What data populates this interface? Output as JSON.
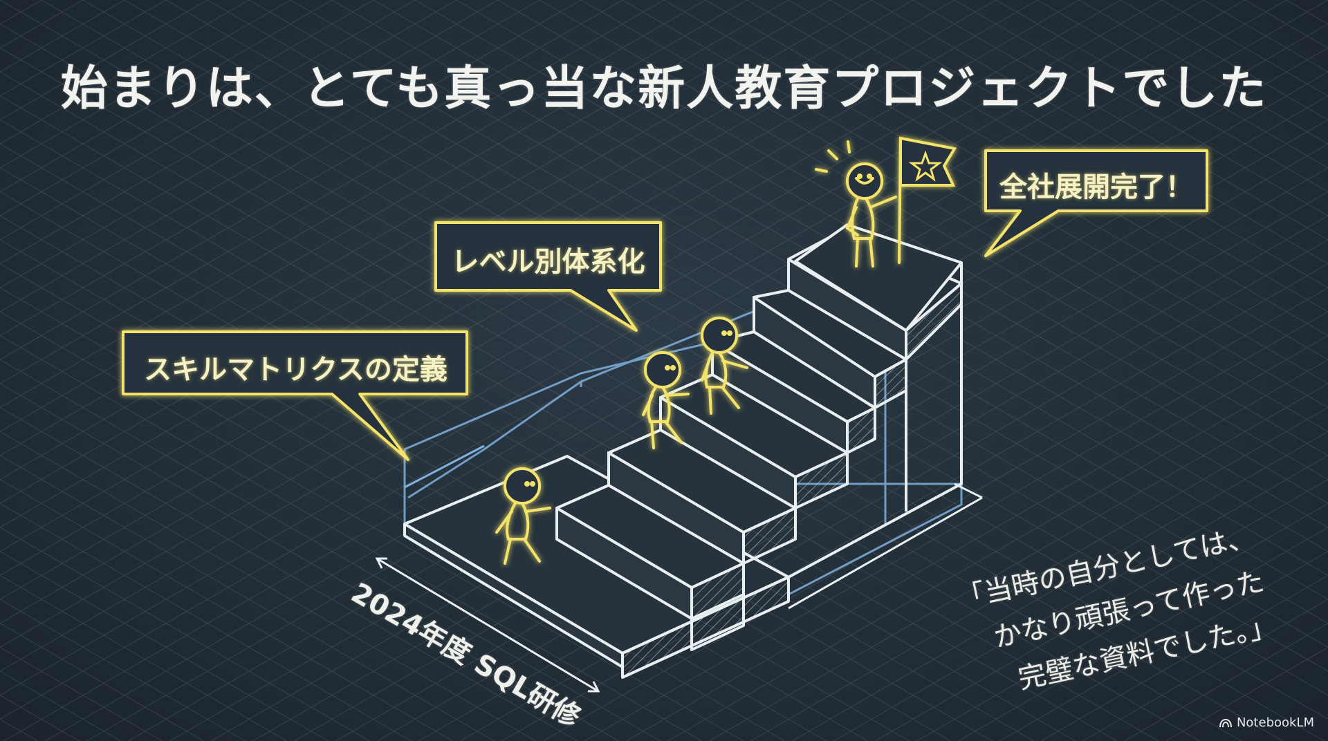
{
  "title": "始まりは、とても真っ当な新人教育プロジェクトでした",
  "bubbles": {
    "skill_matrix": "スキルマトリクスの定義",
    "level_system": "レベル別体系化",
    "company_rollout": "全社展開完了！"
  },
  "axis_label": "2024年度 SQL研修",
  "quote": {
    "line1": "「当時の自分としては、",
    "line2": "かなり頑張って作った",
    "line3": "完璧な資料でした。」"
  },
  "brand": {
    "name": "NotebookLM",
    "icon": "notebooklm-logo-icon"
  },
  "colors": {
    "board": "#243039",
    "chalk_white": "#e9eef0",
    "chalk_yellow": "#f3e36a",
    "chalk_blue": "#7fb0de"
  }
}
